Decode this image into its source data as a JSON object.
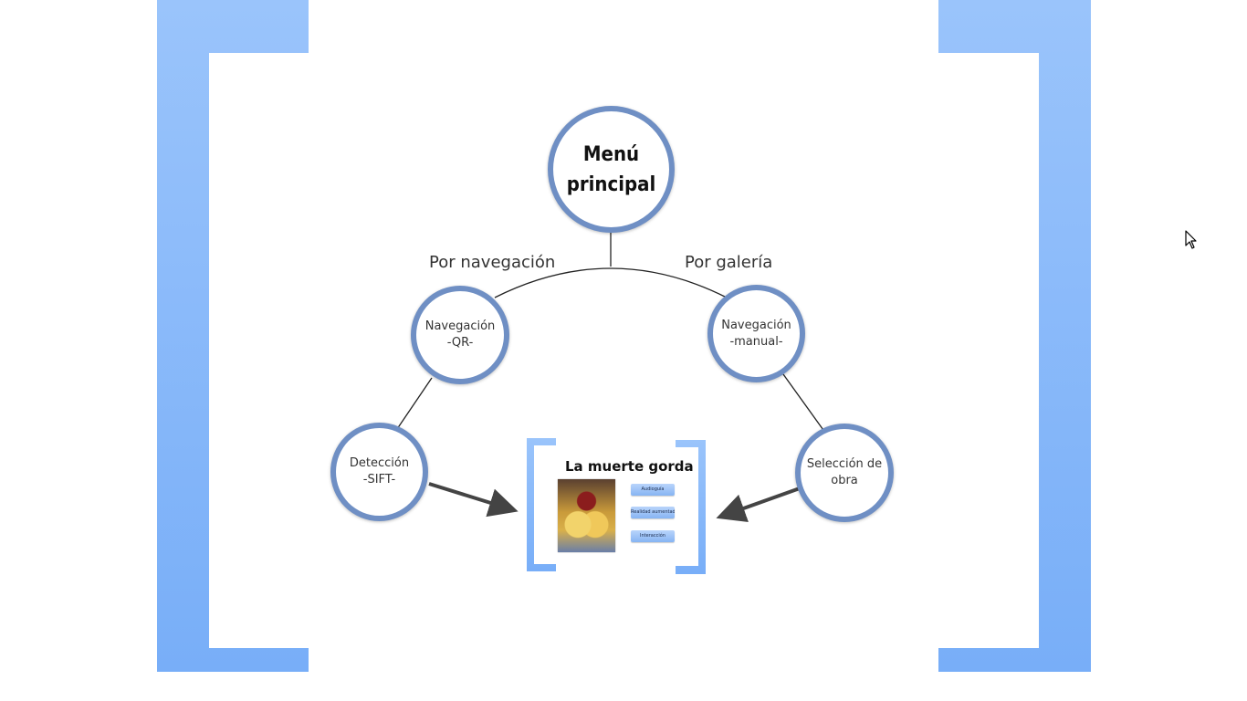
{
  "diagram": {
    "main_node": {
      "line1": "Menú",
      "line2": "principal"
    },
    "branches": {
      "left_label": "Por navegación",
      "right_label": "Por galería"
    },
    "nodes": {
      "nav_qr": {
        "line1": "Navegación",
        "line2": "-QR-"
      },
      "nav_manual": {
        "line1": "Navegación",
        "line2": "-manual-"
      },
      "detection": {
        "line1": "Detección",
        "line2": "-SIFT-"
      },
      "selection": {
        "line1": "Selección de",
        "line2": "obra"
      }
    },
    "preview": {
      "title": "La muerte gorda",
      "buttons": [
        "Audioguía",
        "Realidad aumentada",
        "Interacción"
      ]
    }
  },
  "colors": {
    "bracket": "#78aef8",
    "node_border": "#6f8fc4",
    "arrow": "#444444"
  },
  "icons": [
    "mouse-pointer-icon"
  ]
}
